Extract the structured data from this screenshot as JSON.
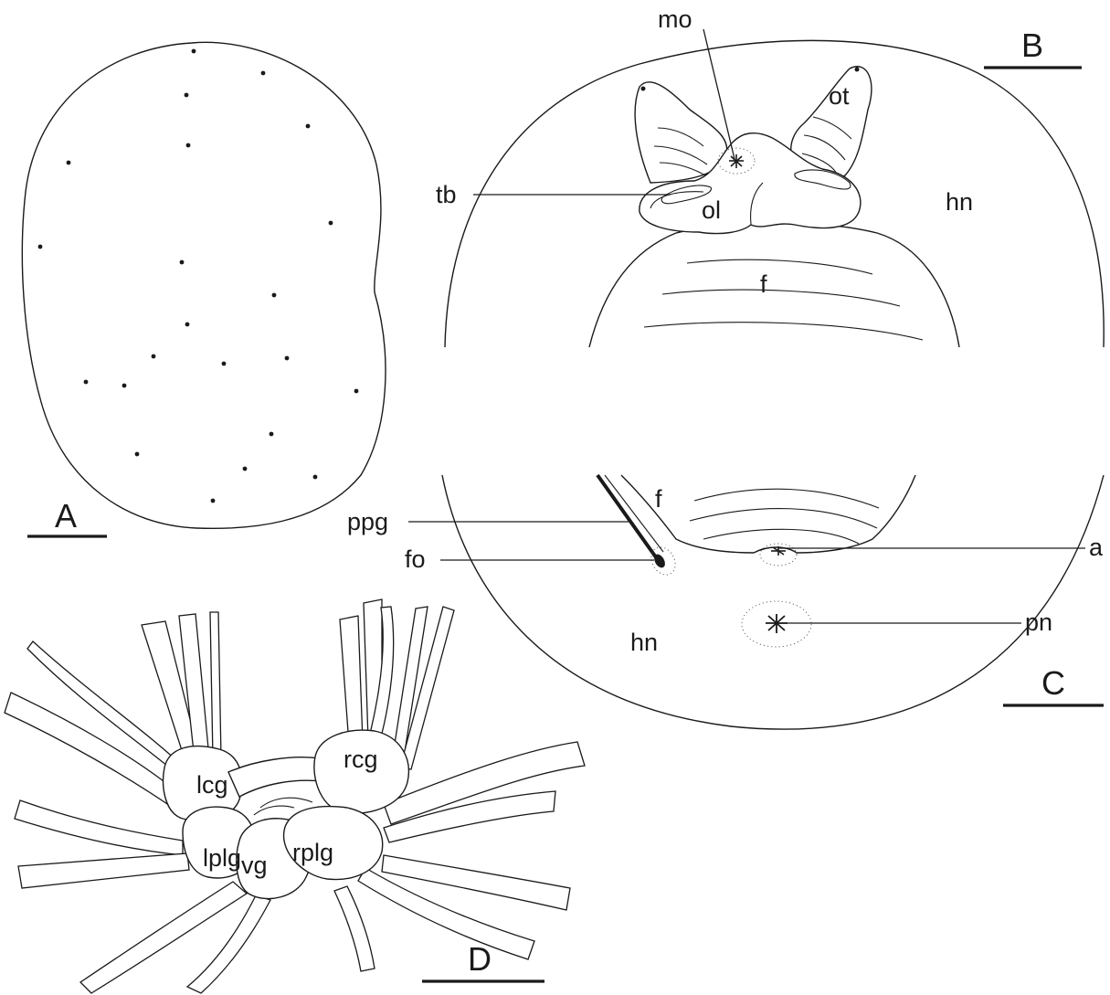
{
  "panels": {
    "a": {
      "letter": "A"
    },
    "b": {
      "letter": "B",
      "labels": {
        "mo": "mo",
        "ot": "ot",
        "tb": "tb",
        "ol": "ol",
        "hn": "hn",
        "f": "f"
      }
    },
    "c": {
      "letter": "C",
      "labels": {
        "f": "f",
        "ppg": "ppg",
        "fo": "fo",
        "a": "a",
        "pn": "pn",
        "hn": "hn"
      }
    },
    "d": {
      "letter": "D",
      "labels": {
        "lcg": "lcg",
        "rcg": "rcg",
        "lplg": "lplg",
        "vg": "vg",
        "rplg": "rplg"
      }
    }
  },
  "colors": {
    "line": "#1a1a1a",
    "background": "#ffffff"
  }
}
